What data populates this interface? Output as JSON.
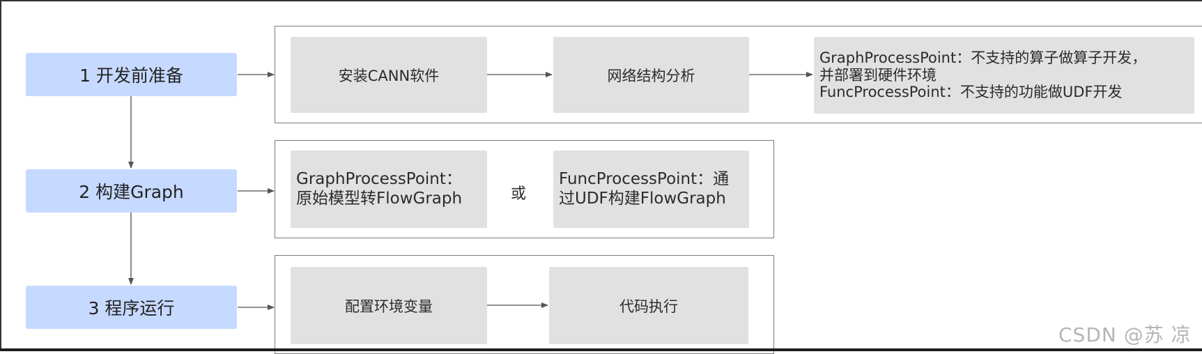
{
  "steps": [
    {
      "label": "1 开发前准备"
    },
    {
      "label": "2 构建Graph"
    },
    {
      "label": "3 程序运行"
    }
  ],
  "prep": {
    "install": "安装CANN软件",
    "analyze": "网络结构分析",
    "result_lines": [
      "GraphProcessPoint：不支持的算子做算子开发，",
      "并部署到硬件环境",
      "FuncProcessPoint：不支持的功能做UDF开发"
    ]
  },
  "build": {
    "graph_option_lines": [
      "GraphProcessPoint：",
      "原始模型转FlowGraph"
    ],
    "or": "或",
    "func_option_lines": [
      "FuncProcessPoint：通",
      "过UDF构建FlowGraph"
    ]
  },
  "run": {
    "env": "配置环境变量",
    "exec": "代码执行"
  },
  "watermark": "CSDN @苏 凉"
}
